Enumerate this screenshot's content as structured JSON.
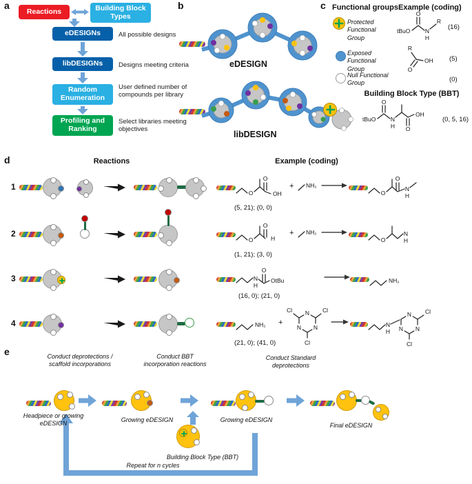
{
  "colors": {
    "red": "#ec1c24",
    "cyan": "#2ab0e3",
    "darkblue": "#0660a9",
    "green": "#00a551",
    "arrowblue": "#6fa4d8",
    "circleblue": "#4f93ce",
    "blobgray": "#c6c6c6",
    "yellow": "#ffc20e",
    "bondgreen": "#1e6b45",
    "dotpurple": "#7030a0",
    "dotorange": "#c55a11",
    "dotblue": "#2e75b6",
    "dotred": "#c00000",
    "dotgreen": "#3a9e4d"
  },
  "chem": {
    "O": "O",
    "OH": "OH",
    "N": "N",
    "H": "H",
    "R": "R",
    "NH2": "NH₂",
    "tBuO": "tBuO",
    "OtBu": "OtBu",
    "Cl": "Cl",
    "plus": "+"
  },
  "panel_a": {
    "label": "a",
    "reactions": "Reactions",
    "building_block_types": "Building Block Types",
    "edesigns": "eDESIGNs",
    "edesigns_desc": "All possible designs",
    "libdesigns": "libDESIGNs",
    "libdesigns_desc": "Designs meeting criteria",
    "random_enumeration": "Random Enumeration",
    "random_desc": "User defined number of compounds per library",
    "profiling_ranking": "Profiling and Ranking",
    "profiling_desc": "Select libraries meeting objectives"
  },
  "panel_b": {
    "label": "b",
    "edesign": "eDESIGN",
    "libdesign": "libDESIGN"
  },
  "panel_c": {
    "label": "c",
    "functional_groups_header": "Functional groups",
    "example_header": "Example (coding)",
    "protected_label": "Protected Functional Group",
    "protected_coding": "(16)",
    "exposed_label": "Exposed Functional Group",
    "exposed_coding": "(5)",
    "null_label": "Null Functional Group",
    "null_coding": "(0)",
    "bbt_header": "Building Block Type (BBT)",
    "bbt_coding": "(0, 5, 16)"
  },
  "panel_d": {
    "label": "d",
    "reactions_header": "Reactions",
    "example_header": "Example (coding)",
    "rows": [
      {
        "num": "1",
        "coding": "(5, 21); (0, 0)"
      },
      {
        "num": "2",
        "coding": "(1, 21); (3, 0)"
      },
      {
        "num": "3",
        "coding": "(16, 0); (21, 0)"
      },
      {
        "num": "4",
        "coding": "(21, 0); (41, 0)"
      }
    ]
  },
  "panel_e": {
    "label": "e",
    "step1": "Conduct deprotections / scaffold incorporations",
    "step2": "Conduct BBT incorporation reactions",
    "step3": "Conduct Standard deprotections",
    "stage1_label": "Headpiece or growing eDESIGN",
    "stage2_label": "Growing eDESIGN",
    "stage3_label": "Growing eDESIGN",
    "stage4_label": "Final eDESIGN",
    "bbt_label": "Building Block Type (BBT)",
    "repeat_label": "Repeat for n cycles"
  }
}
